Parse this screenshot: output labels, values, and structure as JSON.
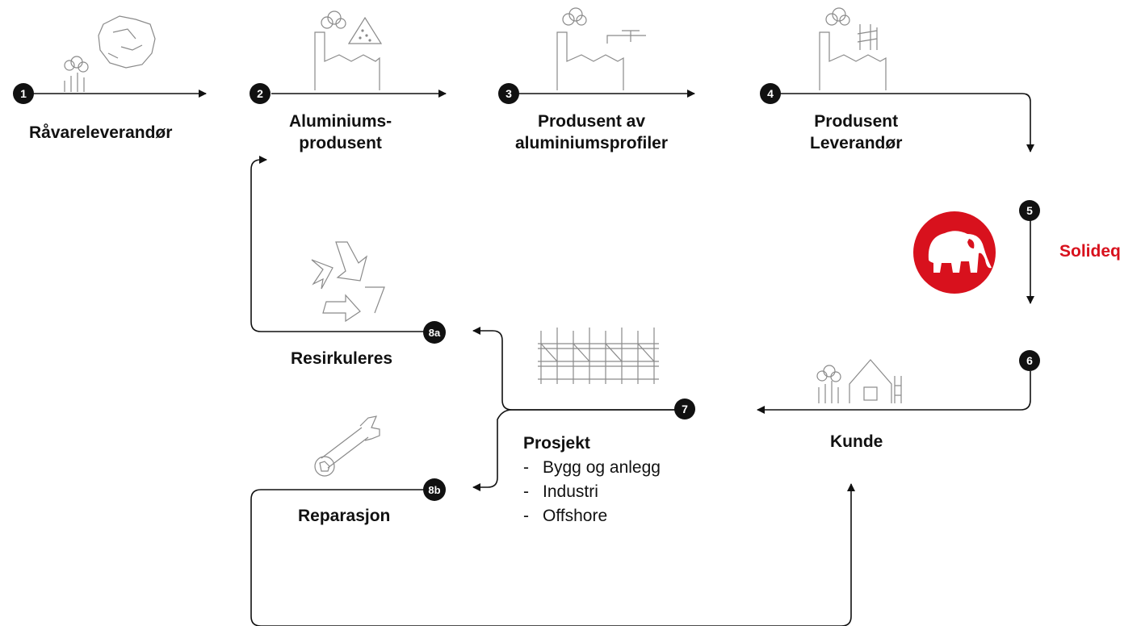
{
  "steps": [
    {
      "badge": "1",
      "lines": [
        "Råvareleverandør"
      ]
    },
    {
      "badge": "2",
      "lines": [
        "Aluminiums-",
        "produsent"
      ]
    },
    {
      "badge": "3",
      "lines": [
        "Produsent av",
        "aluminiumsprofiler"
      ]
    },
    {
      "badge": "4",
      "lines": [
        "Produsent",
        "Leverandør"
      ]
    },
    {
      "badge": "5",
      "lines": [
        "Solideq"
      ]
    },
    {
      "badge": "6",
      "lines": [
        "Kunde"
      ]
    },
    {
      "badge": "7",
      "lines": [
        "Prosjekt"
      ]
    },
    {
      "badge": "8a",
      "lines": [
        "Resirkuleres"
      ]
    },
    {
      "badge": "8b",
      "lines": [
        "Reparasjon"
      ]
    }
  ],
  "project": {
    "title": "Prosjekt",
    "items": [
      "Bygg og anlegg",
      "Industri",
      "Offshore"
    ]
  },
  "colors": {
    "line": "#111111",
    "icon": "#8a8a8a",
    "brand": "#d8111d",
    "badge": "#111111"
  },
  "icons": [
    "rock-icon",
    "factory-icon",
    "factory-icon",
    "factory-icon",
    "elephant-logo-icon",
    "house-icon",
    "scaffolding-icon",
    "recycle-icon",
    "wrench-icon",
    "tree-icon"
  ]
}
